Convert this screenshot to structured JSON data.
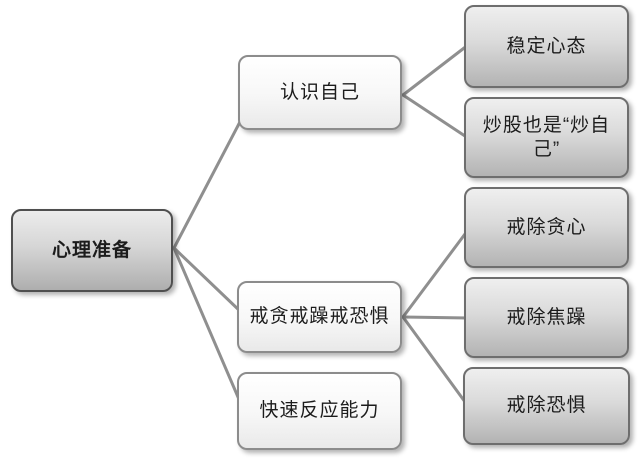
{
  "diagram": {
    "type": "mindmap-tree",
    "direction": "left-to-right",
    "nodes": {
      "root": {
        "label": "心理准备",
        "level": 0,
        "style": "gray-gradient"
      },
      "know_self": {
        "label": "认识自己",
        "level": 1,
        "style": "white"
      },
      "avoid_three": {
        "label": "戒贪戒躁戒恐惧",
        "level": 1,
        "style": "white"
      },
      "quick_react": {
        "label": "快速反应能力",
        "level": 1,
        "style": "white"
      },
      "stable_mind": {
        "label": "稳定心态",
        "level": 2,
        "style": "gray-gradient"
      },
      "trade_self": {
        "label": "炒股也是“炒自己”",
        "level": 2,
        "style": "gray-gradient"
      },
      "no_greed": {
        "label": "戒除贪心",
        "level": 2,
        "style": "gray-gradient"
      },
      "no_anxiety": {
        "label": "戒除焦躁",
        "level": 2,
        "style": "gray-gradient"
      },
      "no_fear": {
        "label": "戒除恐惧",
        "level": 2,
        "style": "gray-gradient"
      }
    },
    "edges": [
      {
        "from": "root",
        "to": "know_self"
      },
      {
        "from": "root",
        "to": "avoid_three"
      },
      {
        "from": "root",
        "to": "quick_react"
      },
      {
        "from": "know_self",
        "to": "stable_mind"
      },
      {
        "from": "know_self",
        "to": "trade_self"
      },
      {
        "from": "avoid_three",
        "to": "no_greed"
      },
      {
        "from": "avoid_three",
        "to": "no_anxiety"
      },
      {
        "from": "avoid_three",
        "to": "no_fear"
      }
    ],
    "colors": {
      "background": "#ffffff",
      "connector": "#8f8f8f",
      "gray_node_top": "#efefef",
      "gray_node_bottom": "#b3b3b3",
      "white_node_top": "#ffffff",
      "white_node_bottom": "#e9e9e9",
      "border_dark": "#4f4f4f",
      "border_gray": "#6e6e6e",
      "text": "#1c1c1c"
    }
  }
}
